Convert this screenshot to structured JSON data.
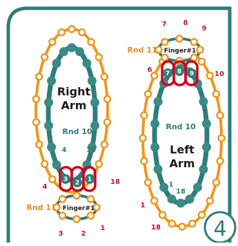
{
  "colors": {
    "teal": "#2e7d7a",
    "teal_dot": "#3a8a86",
    "orange": "#f0961e",
    "red": "#d0021b",
    "ink": "#1a1a1a",
    "white": "#ffffff"
  },
  "right": {
    "title_line1": "Right",
    "title_line2": "Arm",
    "rnd10": "Rnd 10",
    "st4": "4",
    "st18": "18",
    "rnd11": "Rnd 11",
    "finger": "Finger#1",
    "orange_labels": {
      "a": "4",
      "b": "18",
      "c": "3",
      "d": "2",
      "e": "1"
    },
    "box_labels": {
      "a": "3",
      "b": "2",
      "c": "1"
    }
  },
  "left": {
    "title_line1": "Left",
    "title_line2": "Arm",
    "rnd10": "Rnd 10",
    "st1": "1",
    "st18": "18",
    "rnd11": "Rnd 11",
    "finger": "Finger#1",
    "top_labels": {
      "a": "7",
      "b": "8",
      "c": "9"
    },
    "side_labels": {
      "a": "6",
      "b": "10",
      "c": "1",
      "d": "18"
    },
    "box_labels": {
      "a": "7",
      "b": "8",
      "c": "9"
    }
  },
  "step": "4"
}
